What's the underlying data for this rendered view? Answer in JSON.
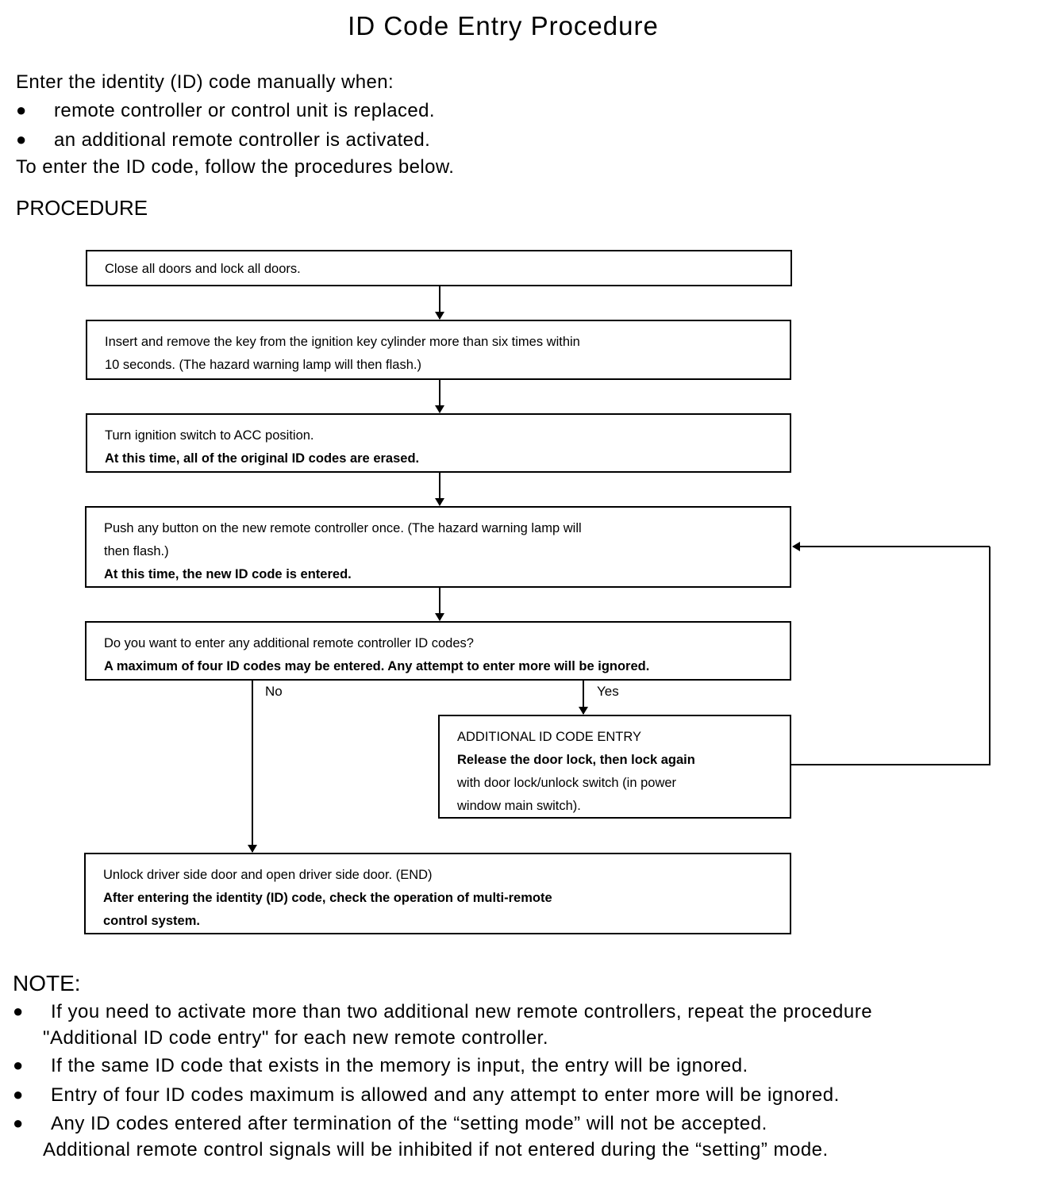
{
  "title": "ID Code Entry Procedure",
  "intro": {
    "lead": "Enter the identity (ID) code manually when:",
    "bullets": [
      "remote controller or control unit is replaced.",
      "an additional remote controller is activated."
    ],
    "follow": "To enter the ID code, follow the procedures below."
  },
  "procedure_heading": "PROCEDURE",
  "flow": {
    "step1": "Close all doors and lock all doors.",
    "step2_line1": "Insert and remove the key from the ignition key cylinder more than six times within",
    "step2_line2": "10 seconds.  (The hazard warning lamp will then flash.)",
    "step3_line1": "Turn ignition switch to ACC position.",
    "step3_line2": "At this time, all of the original ID codes are erased.",
    "step4_line1": "Push any button on the new remote controller once.  (The hazard warning lamp will",
    "step4_line2": "then flash.)",
    "step4_line3": "At this time, the new ID code is entered.",
    "step5_line1": "Do you want to enter any additional remote controller ID codes?",
    "step5_line2": "A maximum of four ID codes may be entered.  Any attempt to enter more will be ignored.",
    "no_label": "No",
    "yes_label": "Yes",
    "additional_line1": "ADDITIONAL ID CODE ENTRY",
    "additional_line2": "Release the door lock, then lock again",
    "additional_line3": "with door lock/unlock switch (in power",
    "additional_line4": "window main switch).",
    "end_line1": "Unlock driver side door and open driver side door.  (END)",
    "end_line2": "After entering the identity (ID) code, check the operation of multi-remote",
    "end_line3": "control system."
  },
  "note_heading": "NOTE:",
  "notes": [
    {
      "line1": "If you need to activate more than two additional new remote controllers, repeat the procedure",
      "line2": "\"Additional ID code entry\" for each new remote controller."
    },
    {
      "line1": "If the same ID code that exists in the memory is input, the entry will be ignored."
    },
    {
      "line1": "Entry of four ID codes maximum is allowed and any attempt to enter more will be ignored."
    },
    {
      "line1": "Any ID codes entered after termination of the “setting mode” will not be accepted.",
      "line2": "Additional remote control signals will be inhibited if not entered during the “setting” mode."
    }
  ]
}
